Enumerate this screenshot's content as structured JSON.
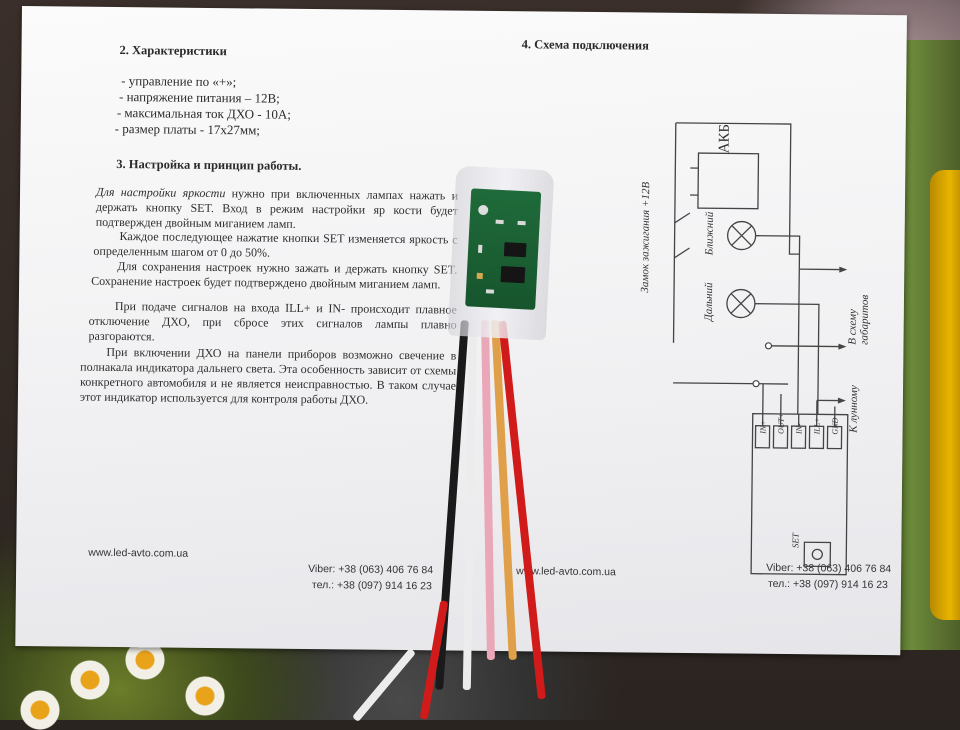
{
  "sections": {
    "characteristics": {
      "heading": "2.  Характеристики",
      "items": [
        "- управление по «+»;",
        "- напряжение питания – 12В;",
        "- максимальная ток ДХО -  10А;",
        "- размер платы - 17х27мм;"
      ]
    },
    "setup": {
      "heading": "3.  Настройка и принцип работы.",
      "p1_em": "Для настройки яркости",
      "p1": " нужно при включенных лампах нажать и держать кнопку SET. Вход в режим настройки яр кости будет подтвержден двойным миганием ламп.",
      "p2": "Каждое последующее нажатие кнопки SET изменяется яркость с определенным шагом от 0 до 50%.",
      "p3": "Для сохранения настроек нужно зажать и держать кнопку SET. Сохранение настроек будет подтверждено двойным миганием ламп.",
      "p4": "При подаче сигналов на входа ILL+ и IN- происходит плавное отключение ДХО, при сбросе этих сигналов лампы плавно разгораются.",
      "p5": "При включении ДХО на панели приборов возможно свечение в полнакала индикатора дальнего света. Эта особенность зависит от схемы конкретного автомобиля и не является неисправностью. В таком случае этот индикатор используется для контроля работы ДХО."
    },
    "scheme": {
      "heading": "4.  Схема подключения",
      "akb": "АКБ",
      "near": "Ближний",
      "far": "Дальний",
      "ignition": "Замок зажигания +12В",
      "to_lights": "В схему габаритов",
      "to_dimmer": "К лунному",
      "pins": [
        "IN+",
        "OUT+",
        "IN-",
        "ILL+",
        "GND"
      ],
      "set_label": "SET"
    }
  },
  "footer": {
    "left_site": "www.led-avto.com.ua",
    "left_viber": "Viber: +38 (063) 406 76 84",
    "left_tel": "тел.: +38 (097) 914 16 23",
    "right_site": "www.led-avto.com.ua",
    "right_viber": "Viber: +38 (063) 406 76 84",
    "right_tel": "тел.: +38 (097) 914 16 23"
  },
  "colors": {
    "pcb": "#1f6b3a",
    "wire_black": "#1a1a1a",
    "wire_white": "#ececec",
    "wire_pink": "#e9a7b7",
    "wire_orange": "#e0a04a",
    "wire_red": "#d11b1b"
  }
}
